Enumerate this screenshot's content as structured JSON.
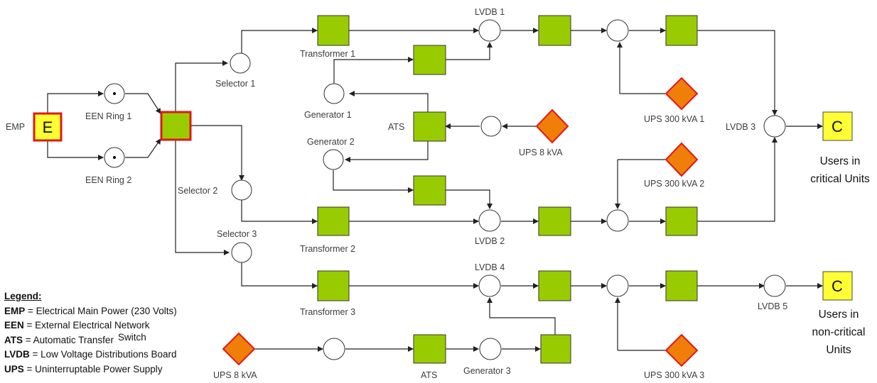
{
  "nodes": {
    "emp": "EMP",
    "e_symbol": "E",
    "een_ring_1": "EEN Ring 1",
    "een_ring_2": "EEN Ring 2",
    "selector_1": "Selector 1",
    "selector_2": "Selector 2",
    "selector_3": "Selector 3",
    "transformer_1": "Transformer 1",
    "transformer_2": "Transformer 2",
    "transformer_3": "Transformer 3",
    "generator_1": "Generator 1",
    "generator_2": "Generator 2",
    "generator_3": "Generator 3",
    "ats_top": "ATS",
    "ats_bottom": "ATS",
    "ups_8kva_top": "UPS 8 kVA",
    "ups_8kva_bottom": "UPS 8 kVA",
    "ups_300_1": "UPS 300 kVA 1",
    "ups_300_2": "UPS 300 kVA 2",
    "ups_300_3": "UPS 300 kVA 3",
    "lvdb_1": "LVDB 1",
    "lvdb_2": "LVDB 2",
    "lvdb_3": "LVDB 3",
    "lvdb_4": "LVDB 4",
    "lvdb_5": "LVDB 5",
    "c_top": "C",
    "c_bottom": "C",
    "users_critical_1": "Users in",
    "users_critical_2": "critical Units",
    "users_noncritical_1": "Users in",
    "users_noncritical_2": "non-critical",
    "users_noncritical_3": "Units"
  },
  "legend": {
    "title": "Legend:",
    "items": [
      {
        "abbr": "EMP",
        "text": " = Electrical Main Power (230 Volts)"
      },
      {
        "abbr": "EEN",
        "text": " = External Electrical Network"
      },
      {
        "abbr": "ATS",
        "text": " = Automatic Transfer",
        "extra": "Switch"
      },
      {
        "abbr": "LVDB",
        "text": " = Low Voltage Distributions Board"
      },
      {
        "abbr": "UPS",
        "text": " = Uninterruptable Power Supply"
      }
    ]
  },
  "colors": {
    "component_green": "#99cc00",
    "ups_orange": "#f07f0a",
    "highlight_red": "#e01818",
    "consumer_yellow": "#ffff33"
  }
}
